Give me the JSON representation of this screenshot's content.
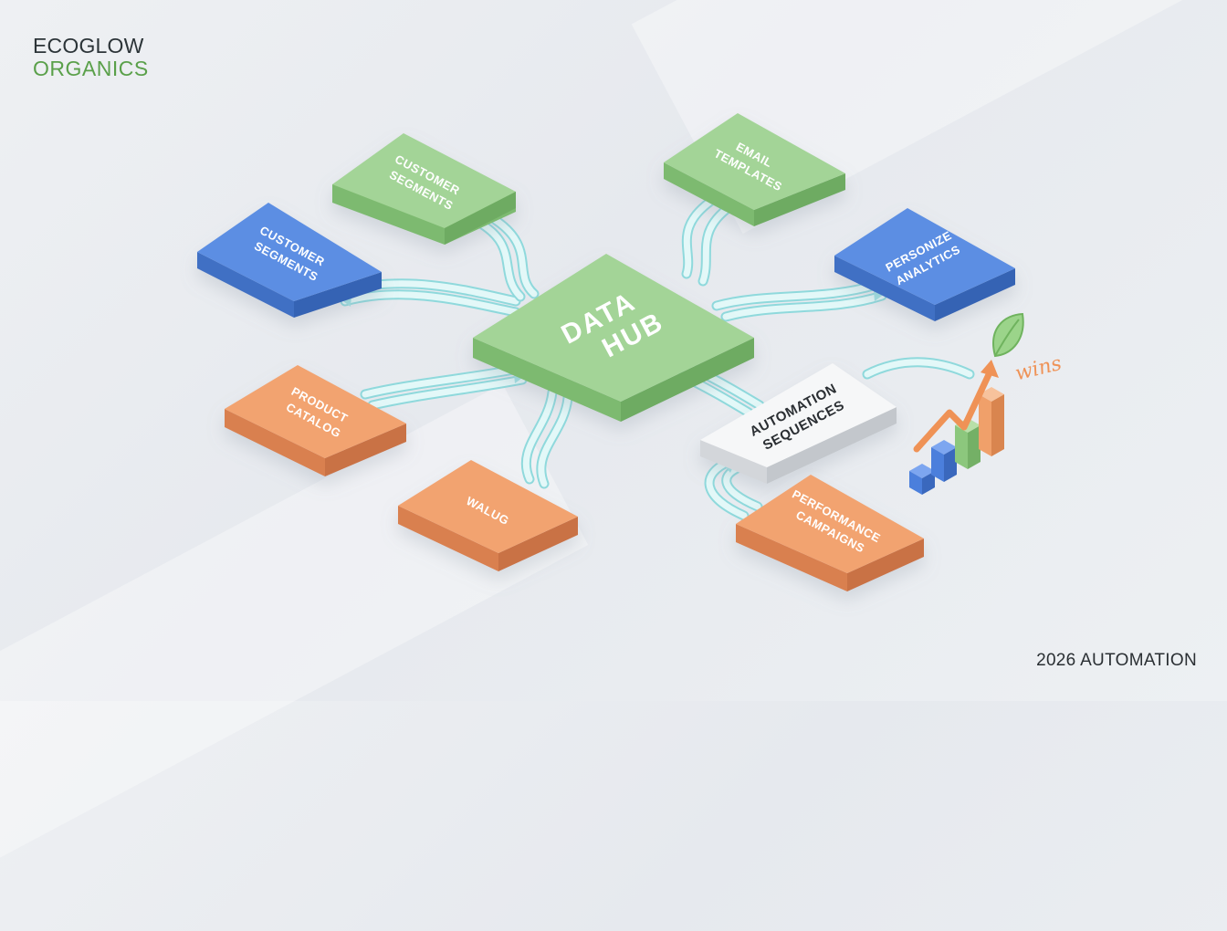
{
  "brand": {
    "line1": "ECOGLOW",
    "line2": "ORGANICS"
  },
  "footer": {
    "label": "2026 AUTOMATION"
  },
  "hub": {
    "line1": "DATA",
    "line2": "HUB"
  },
  "nodes": {
    "segments_green": {
      "lines": [
        "CUSTOMER",
        "SEGMENTS"
      ]
    },
    "segments_blue": {
      "lines": [
        "CUSTOMER",
        "SEGMENTS"
      ]
    },
    "email_templates": {
      "lines": [
        "EMAIL",
        "TEMPLATES"
      ]
    },
    "personize_analytics": {
      "lines": [
        "PERSONIZE",
        "ANALYTICS"
      ]
    },
    "product_catalog": {
      "lines": [
        "PRODUCT",
        "CATALOG"
      ]
    },
    "walug": {
      "lines": [
        "WALUG"
      ]
    },
    "automation_sequences": {
      "lines": [
        "AUTOMATION",
        "SEQUENCES"
      ]
    },
    "performance_campaigns": {
      "lines": [
        "PERFORMANCE",
        "CAMPAIGNS"
      ]
    }
  },
  "growth": {
    "label": "wins",
    "bars": [
      1,
      2,
      3,
      4
    ]
  },
  "colors": {
    "green_top": "#a3d497",
    "green_side": "#7dba6f",
    "blue_top": "#5b8ee3",
    "blue_side": "#3f6fc4",
    "orange_top": "#f2a370",
    "orange_side": "#d98050",
    "white_top": "#f6f7f8",
    "white_side": "#d3d6da",
    "arrow": "#bfeef0",
    "arrow_edge": "#8fd9dc"
  }
}
